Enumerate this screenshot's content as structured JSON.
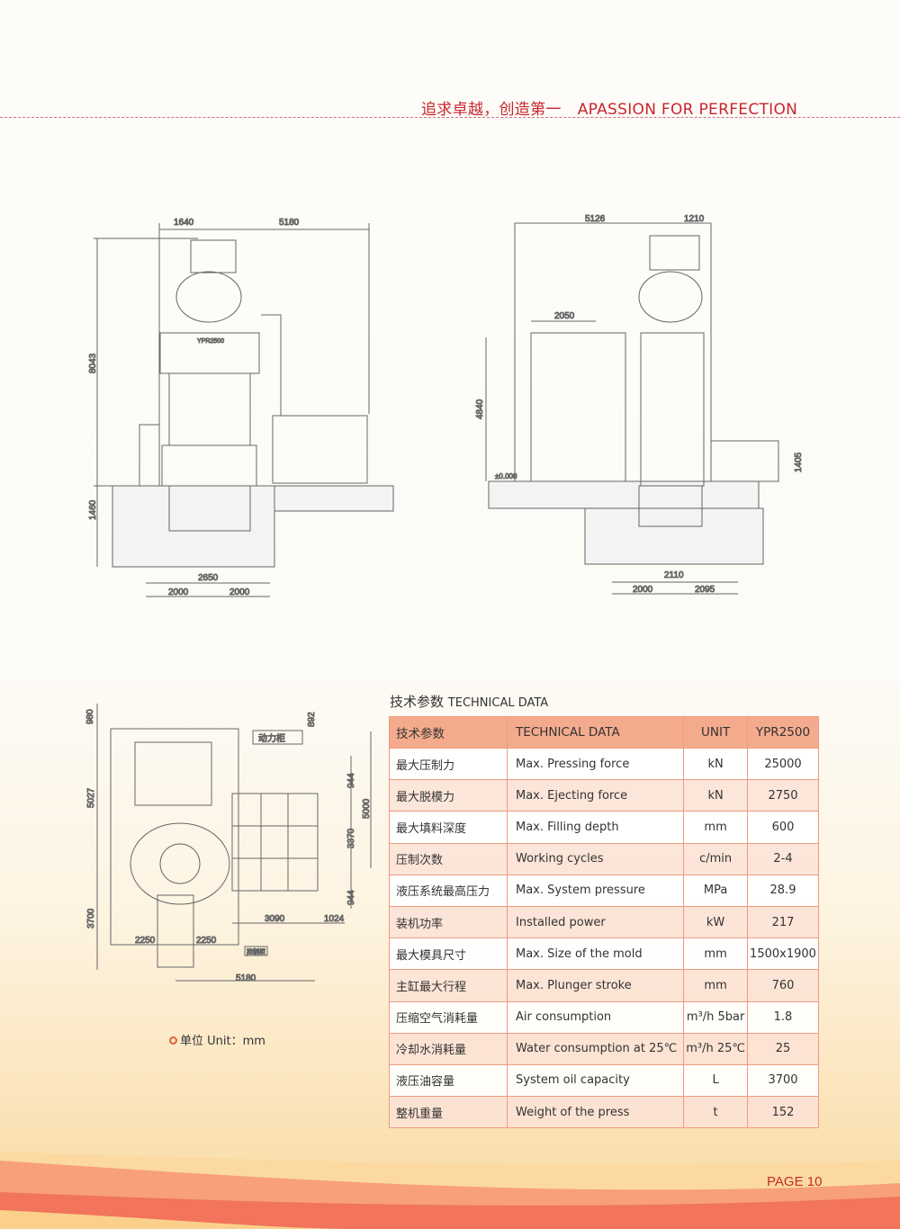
{
  "header": {
    "slogan_cn": "追求卓越，创造第一",
    "slogan_en": "APASSION FOR PERFECTION"
  },
  "drawing_front": {
    "dims": [
      "1640",
      "5180",
      "8043",
      "1460",
      "2650",
      "2000",
      "2000"
    ],
    "model_label": "YPR2500"
  },
  "drawing_side": {
    "dims": [
      "5126",
      "1210",
      "2050",
      "4840",
      "±0.000",
      "1405",
      "2110",
      "2000",
      "2095"
    ]
  },
  "drawing_plan": {
    "dims": [
      "980",
      "892",
      "5027",
      "944",
      "5000",
      "3370",
      "944",
      "3700",
      "3090",
      "1024",
      "2250",
      "2250",
      "5180"
    ],
    "power_cabinet": "动力柜",
    "control_cabinet": "控制柜"
  },
  "unit_note": "单位 Unit：mm",
  "table": {
    "title_cn": "技术参数",
    "title_en": "TECHNICAL DATA",
    "headers": [
      "技术参数",
      "TECHNICAL DATA",
      "UNIT",
      "YPR2500"
    ],
    "rows": [
      [
        "最大压制力",
        "Max. Pressing force",
        "kN",
        "25000"
      ],
      [
        "最大脱模力",
        "Max. Ejecting force",
        "kN",
        "2750"
      ],
      [
        "最大填料深度",
        "Max. Filling depth",
        "mm",
        "600"
      ],
      [
        "压制次数",
        "Working cycles",
        "c/min",
        "2-4"
      ],
      [
        "液压系统最高压力",
        "Max. System pressure",
        "MPa",
        "28.9"
      ],
      [
        "装机功率",
        "Installed power",
        "kW",
        "217"
      ],
      [
        "最大模具尺寸",
        "Max. Size of the mold",
        "mm",
        "1500x1900"
      ],
      [
        "主缸最大行程",
        "Max. Plunger stroke",
        "mm",
        "760"
      ],
      [
        "压缩空气消耗量",
        "Air consumption",
        "m³/h 5bar",
        "1.8"
      ],
      [
        "冷却水消耗量",
        "Water consumption at 25℃",
        "m³/h 25℃",
        "25"
      ],
      [
        "液压油容量",
        "System oil capacity",
        "L",
        "3700"
      ],
      [
        "整机重量",
        "Weight of the press",
        "t",
        "152"
      ]
    ]
  },
  "footer": {
    "page": "PAGE 10"
  },
  "colors": {
    "accent": "#c8262d",
    "table_header": "#f4ab8d",
    "table_border": "#ef9a80"
  }
}
